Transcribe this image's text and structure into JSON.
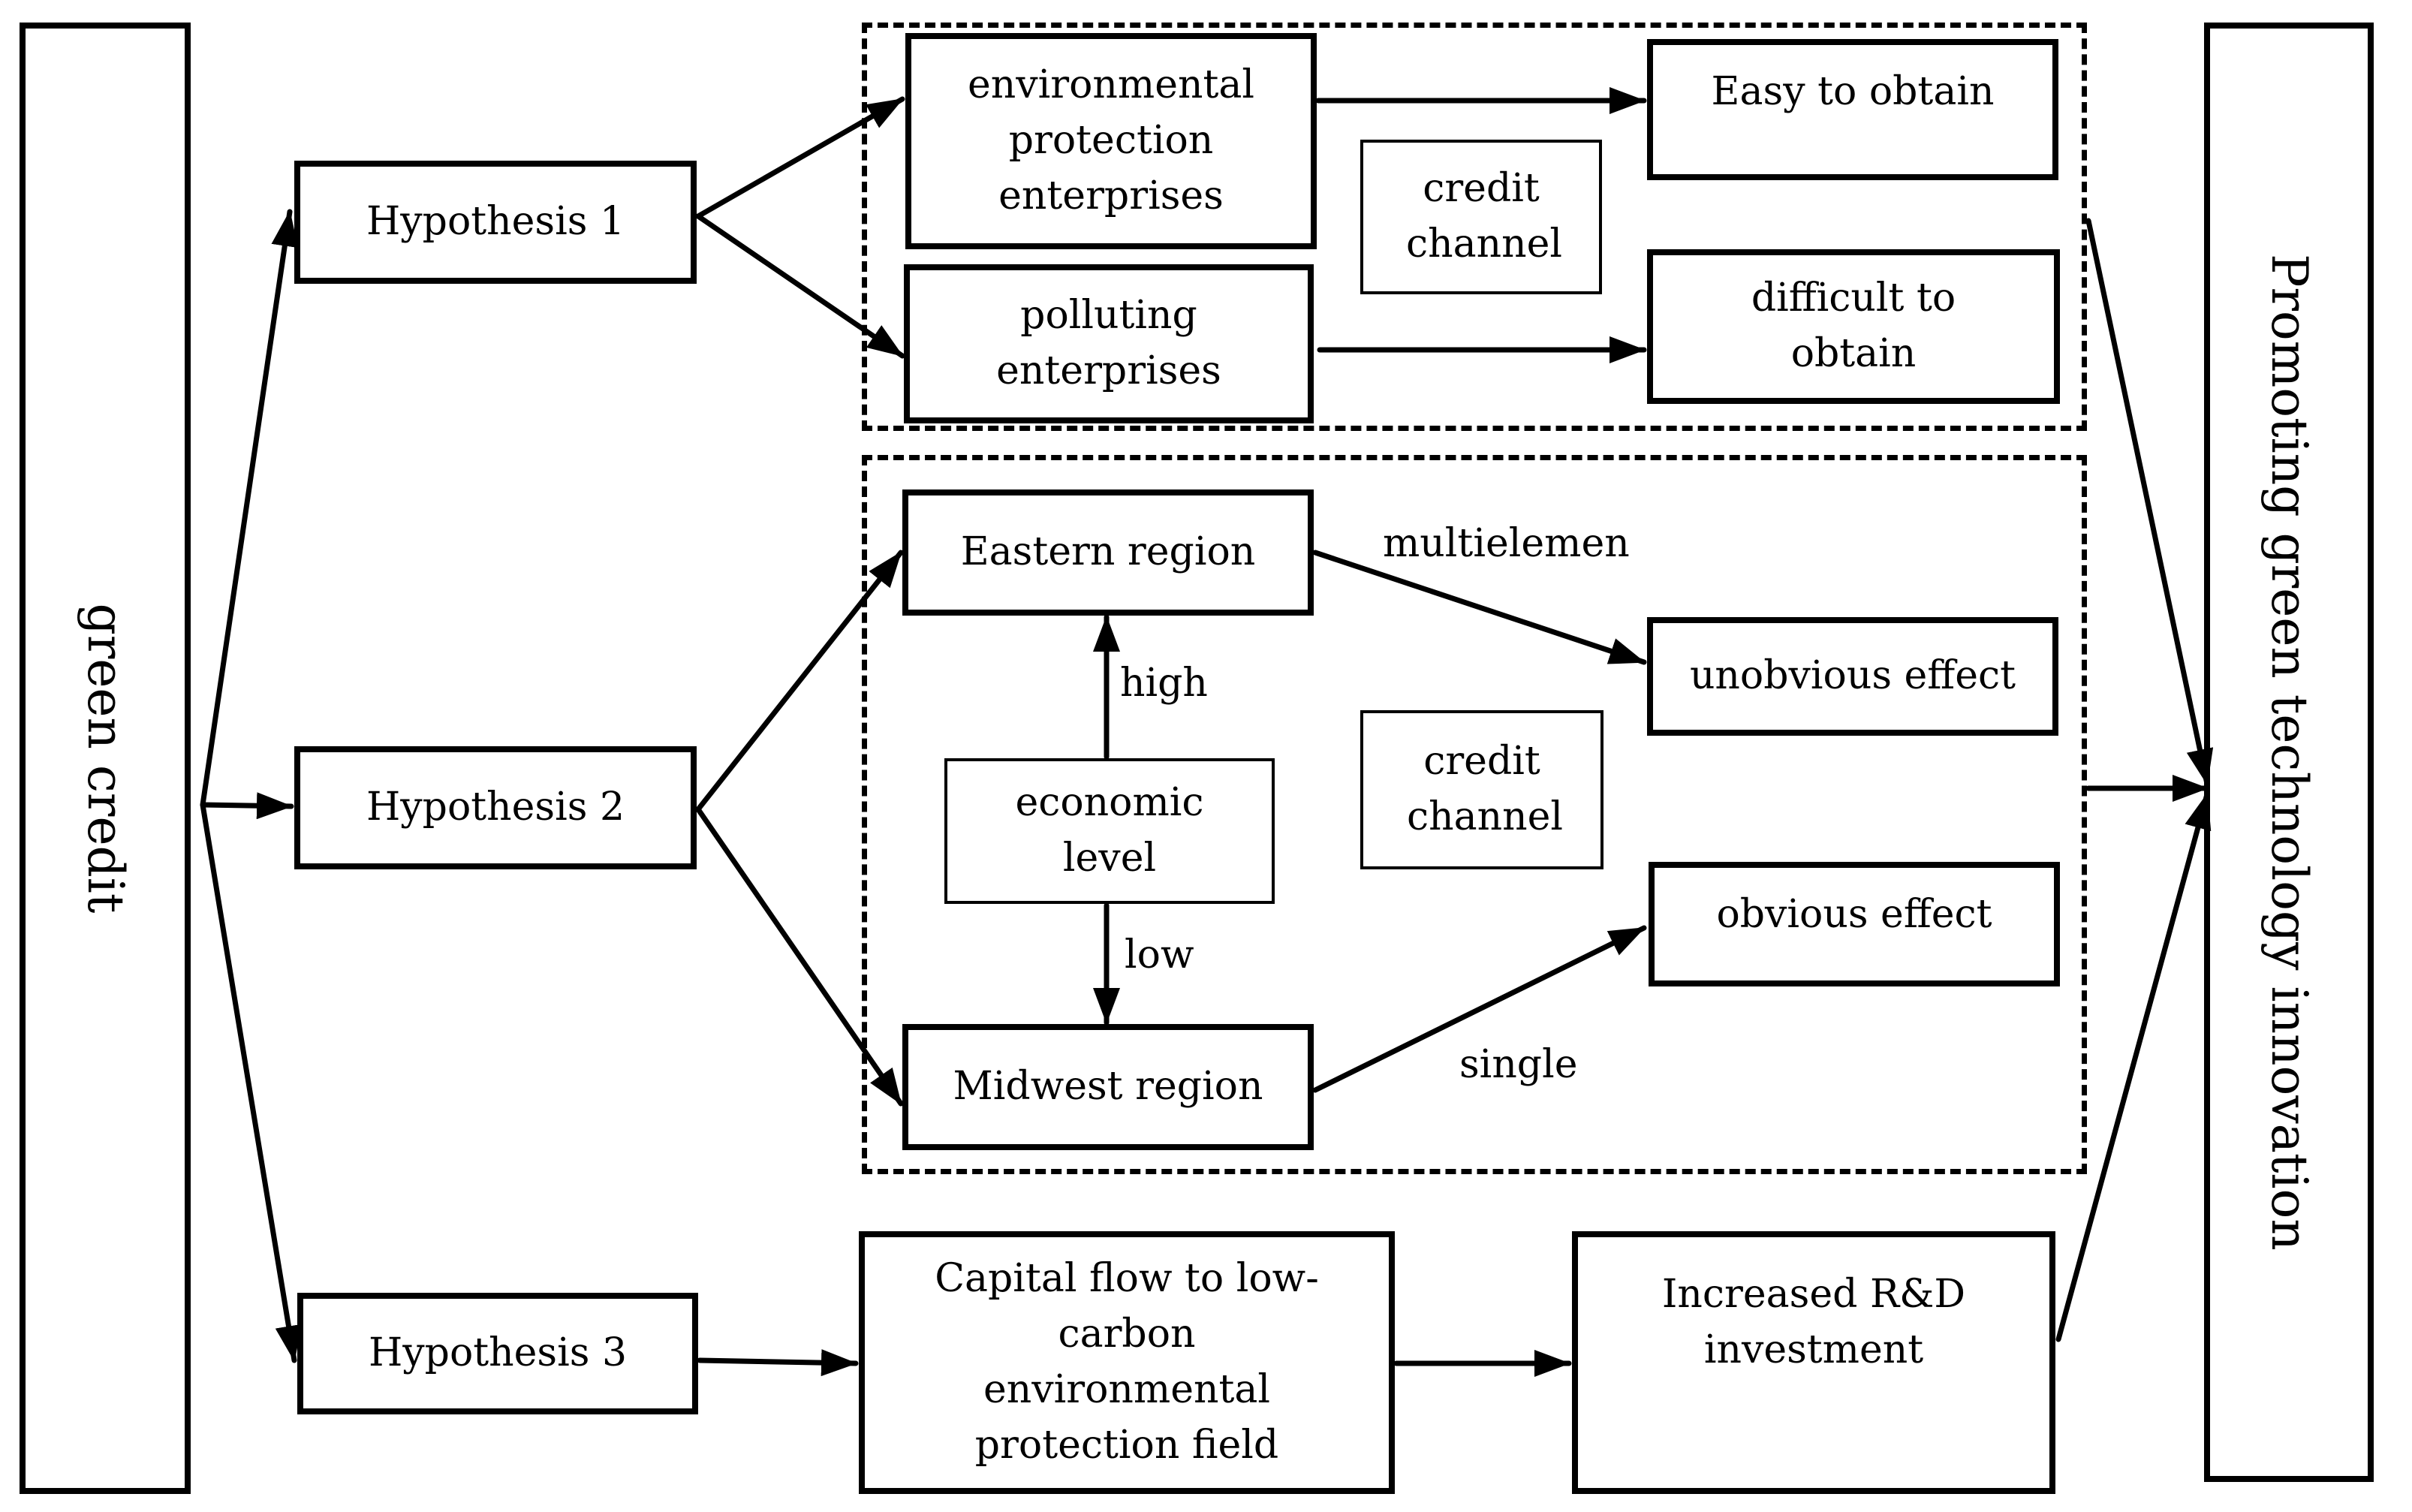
{
  "source": {
    "label": "green credit"
  },
  "target": {
    "label": "Promoting green technology innovation"
  },
  "hypotheses": {
    "h1": "Hypothesis 1",
    "h2": "Hypothesis 2",
    "h3": "Hypothesis 3"
  },
  "group1": {
    "environmental": "environmental protection enterprises",
    "polluting": "polluting enterprises",
    "channel": "credit channel",
    "easy": "Easy to obtain",
    "difficult": "difficult to obtain"
  },
  "group2": {
    "eastern": "Eastern region",
    "midwest": "Midwest region",
    "economic": "economic level",
    "high": "high",
    "low": "low",
    "channel": "credit channel",
    "multielement": "multielemen",
    "single": "single",
    "unobvious": "unobvious effect",
    "obvious": "obvious effect"
  },
  "path3": {
    "capital": "Capital flow to low-carbon environmental protection field",
    "rd": "Increased R&D investment"
  }
}
